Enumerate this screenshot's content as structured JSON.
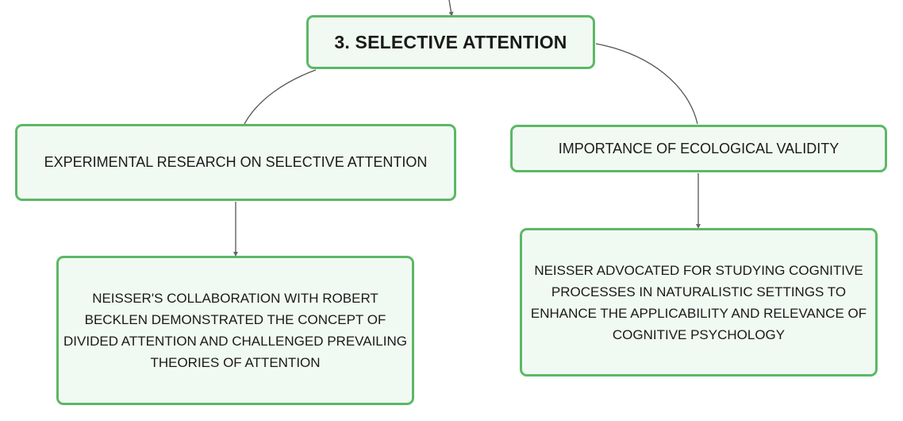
{
  "root": {
    "label": "3. SELECTIVE ATTENTION"
  },
  "branches": [
    {
      "label": "EXPERIMENTAL RESEARCH ON SELECTIVE ATTENTION",
      "child": {
        "label": "NEISSER'S COLLABORATION WITH ROBERT BECKLEN DEMONSTRATED THE CONCEPT OF DIVIDED ATTENTION AND CHALLENGED PREVAILING THEORIES OF ATTENTION"
      }
    },
    {
      "label": "IMPORTANCE OF ECOLOGICAL VALIDITY",
      "child": {
        "label": "NEISSER ADVOCATED FOR STUDYING COGNITIVE PROCESSES IN NATURALISTIC SETTINGS TO ENHANCE THE APPLICABILITY AND RELEVANCE OF COGNITIVE PSYCHOLOGY"
      }
    }
  ],
  "colors": {
    "node_border": "#5cb866",
    "node_fill": "#f1faf2",
    "connector": "#555555"
  }
}
